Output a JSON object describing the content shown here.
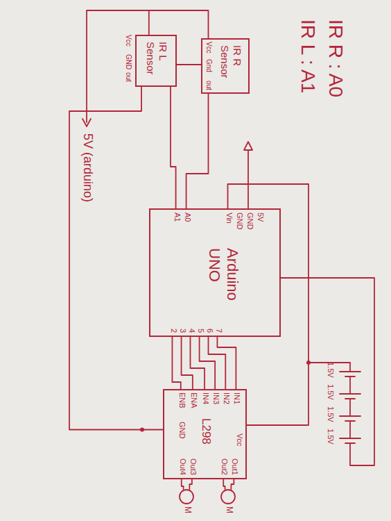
{
  "diagram": {
    "nodes": [
      {
        "text": [
          "IR R Sensor",
          "Vcc",
          "Gnd",
          "out"
        ]
      },
      {
        "text": [
          "IR L Sensor",
          "Vcc",
          "GND",
          "out"
        ]
      },
      {
        "text": [
          "Arduino UNO",
          "5V",
          "GND",
          "GND",
          "Vin",
          "A0",
          "A1",
          "7",
          "6",
          "5",
          "4",
          "3",
          "2"
        ]
      },
      {
        "text": [
          "L298",
          "IN1",
          "IN2",
          "IN3",
          "IN4",
          "ENA",
          "ENB",
          "GND",
          "Vcc",
          "Out1",
          "Out2",
          "Out3",
          "Out4"
        ]
      },
      {
        "text": [
          "M"
        ]
      },
      {
        "text": [
          "M"
        ]
      }
    ],
    "edges": [
      {
        "from": 0,
        "to": 2,
        "arrow": "none"
      },
      {
        "from": 1,
        "to": 2,
        "arrow": "none"
      },
      {
        "from": 0,
        "to": 1,
        "arrow": "none"
      },
      {
        "from": 0,
        "to": 1,
        "arrow": "none"
      },
      {
        "from": 1,
        "to": 3,
        "arrow": "none"
      },
      {
        "from": 2,
        "to": 3,
        "arrow": "none"
      },
      {
        "from": 2,
        "to": 3,
        "arrow": "none"
      },
      {
        "from": 2,
        "to": 3,
        "arrow": "none"
      },
      {
        "from": 2,
        "to": 3,
        "arrow": "none"
      },
      {
        "from": 2,
        "to": 3,
        "arrow": "none"
      },
      {
        "from": 2,
        "to": 3,
        "arrow": "none"
      },
      {
        "from": 3,
        "to": 4,
        "arrow": "none"
      },
      {
        "from": 3,
        "to": 4,
        "arrow": "none"
      },
      {
        "from": 3,
        "to": 5,
        "arrow": "none"
      },
      {
        "from": 3,
        "to": 5,
        "arrow": "none"
      }
    ],
    "labels": [
      "IR R : A0",
      "IR L : A1",
      "5V (arduino)",
      "1.5V",
      "1.5V",
      "1.5V",
      "1.5V"
    ]
  }
}
